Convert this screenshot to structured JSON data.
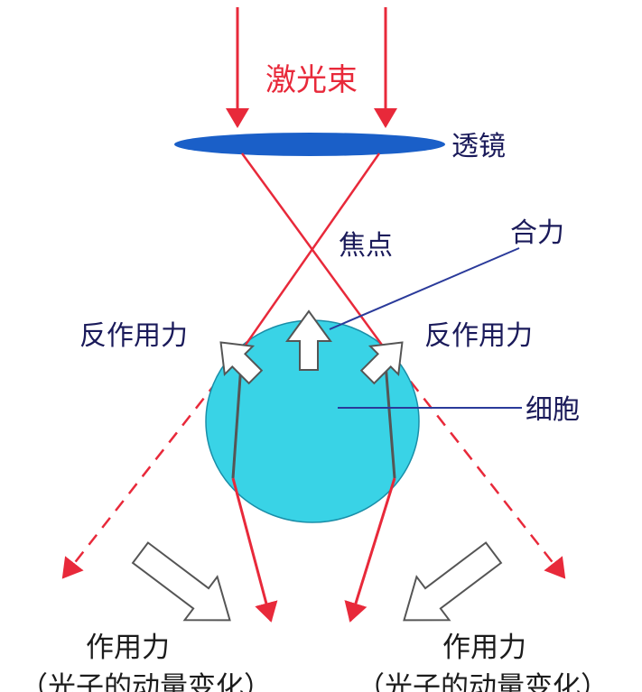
{
  "labels": {
    "laser_beam": "激光束",
    "lens": "透镜",
    "focus": "焦点",
    "resultant_force": "合力",
    "reaction_force_left": "反作用力",
    "reaction_force_right": "反作用力",
    "cell": "细胞",
    "action_force_left": "作用力",
    "action_force_right": "作用力",
    "photon_momentum_left": "（光子的动量变化）",
    "photon_momentum_right": "（光子的动量变化）"
  },
  "colors": {
    "laser": "#e8293a",
    "lens": "#1a5fc8",
    "cell": "#39d3e6",
    "pointer_line": "#2a3a9a",
    "text_dark": "#1a1a5a"
  }
}
